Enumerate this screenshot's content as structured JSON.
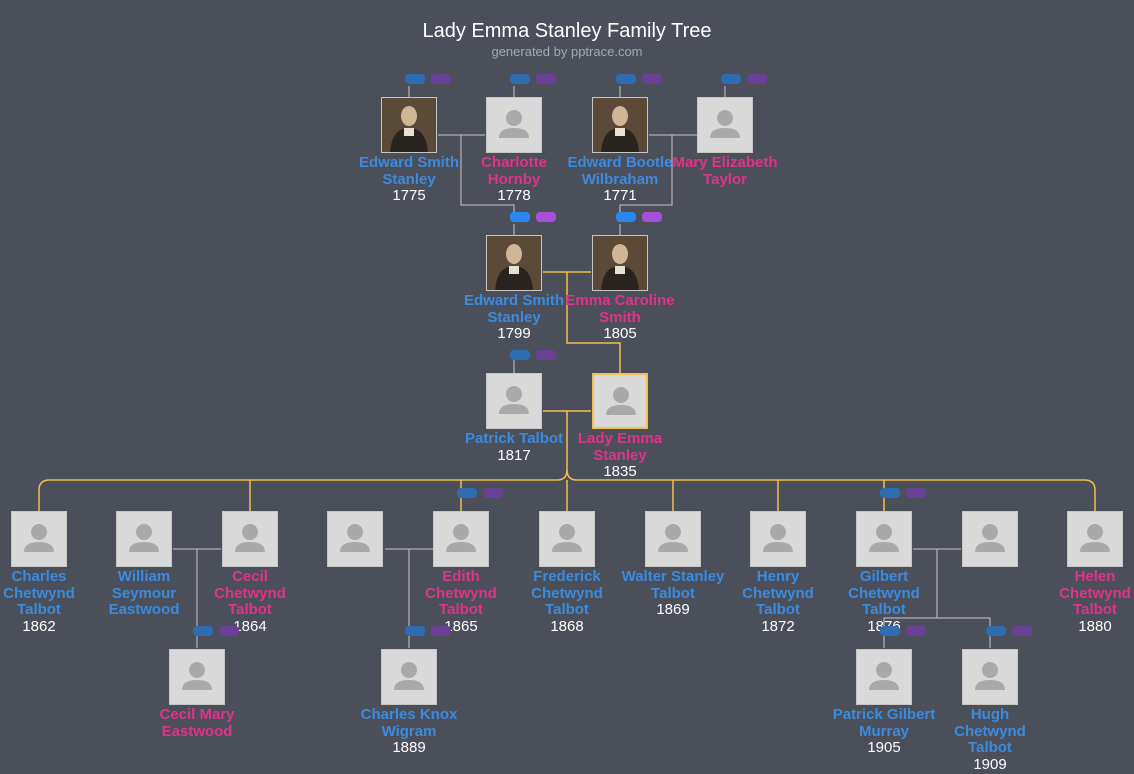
{
  "header": {
    "title": "Lady Emma Stanley Family Tree",
    "subtitle": "generated by pptrace.com"
  },
  "colors": {
    "background": "#4a4f59",
    "male": "#3b8be0",
    "female": "#e0348a",
    "highlight_line": "#f2c14e",
    "line": "#c9c9c9"
  },
  "people": [
    {
      "id": "ess1775",
      "name": "Edward Smith Stanley",
      "year": "1775",
      "sex": "male",
      "photo": true
    },
    {
      "id": "ch1778",
      "name": "Charlotte Hornby",
      "year": "1778",
      "sex": "female",
      "photo": false
    },
    {
      "id": "ebw1771",
      "name": "Edward Bootle Wilbraham",
      "year": "1771",
      "sex": "male",
      "photo": true
    },
    {
      "id": "met",
      "name": "Mary Elizabeth Taylor",
      "year": "",
      "sex": "female",
      "photo": false
    },
    {
      "id": "ess1799",
      "name": "Edward Smith Stanley",
      "year": "1799",
      "sex": "male",
      "photo": true
    },
    {
      "id": "ecs1805",
      "name": "Emma Caroline Smith",
      "year": "1805",
      "sex": "female",
      "photo": true
    },
    {
      "id": "pt1817",
      "name": "Patrick Talbot",
      "year": "1817",
      "sex": "male",
      "photo": false
    },
    {
      "id": "les1835",
      "name": "Lady Emma Stanley",
      "year": "1835",
      "sex": "female",
      "photo": false,
      "focus": true
    },
    {
      "id": "cct1862",
      "name": "Charles Chetwynd Talbot",
      "year": "1862",
      "sex": "male",
      "photo": false
    },
    {
      "id": "wse",
      "name": "William Seymour Eastwood",
      "year": "",
      "sex": "male",
      "photo": false
    },
    {
      "id": "cct1864",
      "name": "Cecil Chetwynd Talbot",
      "year": "1864",
      "sex": "female",
      "photo": false
    },
    {
      "id": "unk",
      "name": "",
      "year": "",
      "sex": "male",
      "photo": false
    },
    {
      "id": "ect1865",
      "name": "Edith Chetwynd Talbot",
      "year": "1865",
      "sex": "female",
      "photo": false
    },
    {
      "id": "fct1868",
      "name": "Frederick Chetwynd Talbot",
      "year": "1868",
      "sex": "male",
      "photo": false
    },
    {
      "id": "wst1869",
      "name": "Walter Stanley Talbot",
      "year": "1869",
      "sex": "male",
      "photo": false
    },
    {
      "id": "hct1872",
      "name": "Henry Chetwynd Talbot",
      "year": "1872",
      "sex": "male",
      "photo": false
    },
    {
      "id": "gct1876",
      "name": "Gilbert Chetwynd Talbot",
      "year": "1876",
      "sex": "male",
      "photo": false
    },
    {
      "id": "gspouse",
      "name": "",
      "year": "",
      "sex": "female",
      "photo": false
    },
    {
      "id": "hct1880",
      "name": "Helen Chetwynd Talbot",
      "year": "1880",
      "sex": "female",
      "photo": false
    },
    {
      "id": "cme",
      "name": "Cecil Mary Eastwood",
      "year": "",
      "sex": "female",
      "photo": false
    },
    {
      "id": "ckw1889",
      "name": "Charles Knox Wigram",
      "year": "1889",
      "sex": "male",
      "photo": false
    },
    {
      "id": "pgm1905",
      "name": "Patrick Gilbert Murray",
      "year": "1905",
      "sex": "male",
      "photo": false
    },
    {
      "id": "hct1909",
      "name": "Hugh Chetwynd Talbot",
      "year": "1909",
      "sex": "male",
      "photo": false
    }
  ]
}
